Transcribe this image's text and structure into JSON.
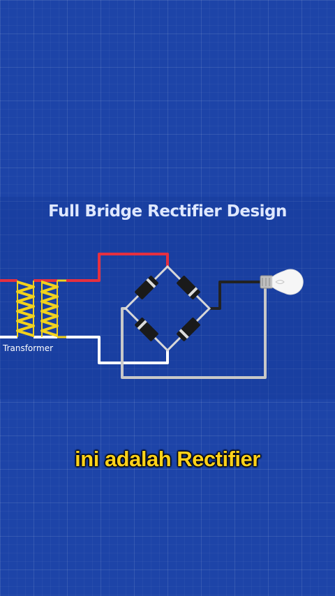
{
  "diagram": {
    "title": "Full Bridge Rectifier Design",
    "transformer_label": "Transformer"
  },
  "caption": {
    "text": "ini adalah Rectifier"
  },
  "colors": {
    "background": "#1d44a8",
    "wire_red": "#e53040",
    "wire_white": "#ffffff",
    "wire_gray": "#c8c8c8",
    "wire_black": "#222222",
    "coil": "#f2d21c",
    "caption": "#ffd21a"
  }
}
